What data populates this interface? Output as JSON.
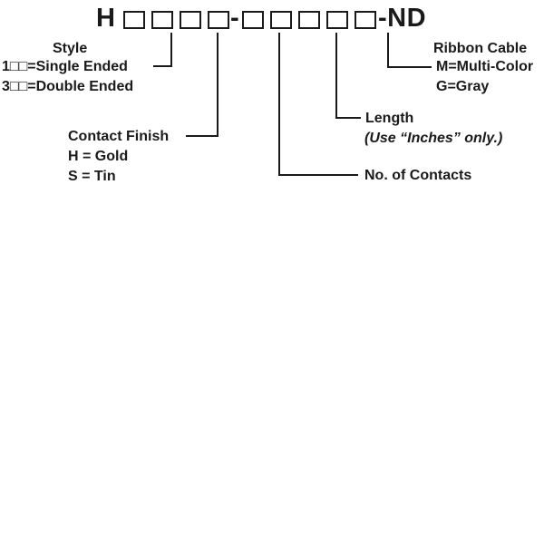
{
  "part_number": {
    "prefix": "H",
    "group1_box_count": 4,
    "separator": "-",
    "group2_box_count": 5,
    "suffix": "-ND"
  },
  "callouts": {
    "style": {
      "title": "Style",
      "options": [
        "1□□=Single Ended",
        "3□□=Double Ended"
      ]
    },
    "contact_finish": {
      "title": "Contact Finish",
      "options": [
        "H = Gold",
        "S = Tin"
      ]
    },
    "no_of_contacts": {
      "title": "No. of Contacts"
    },
    "length": {
      "title": "Length",
      "note": "(Use “Inches” only.)"
    },
    "ribbon_cable": {
      "title": "Ribbon Cable",
      "options": [
        "M=Multi-Color",
        "G=Gray"
      ]
    }
  },
  "colors": {
    "line": "#1a1a1a",
    "text": "#1a1a1a",
    "background": "#ffffff"
  }
}
